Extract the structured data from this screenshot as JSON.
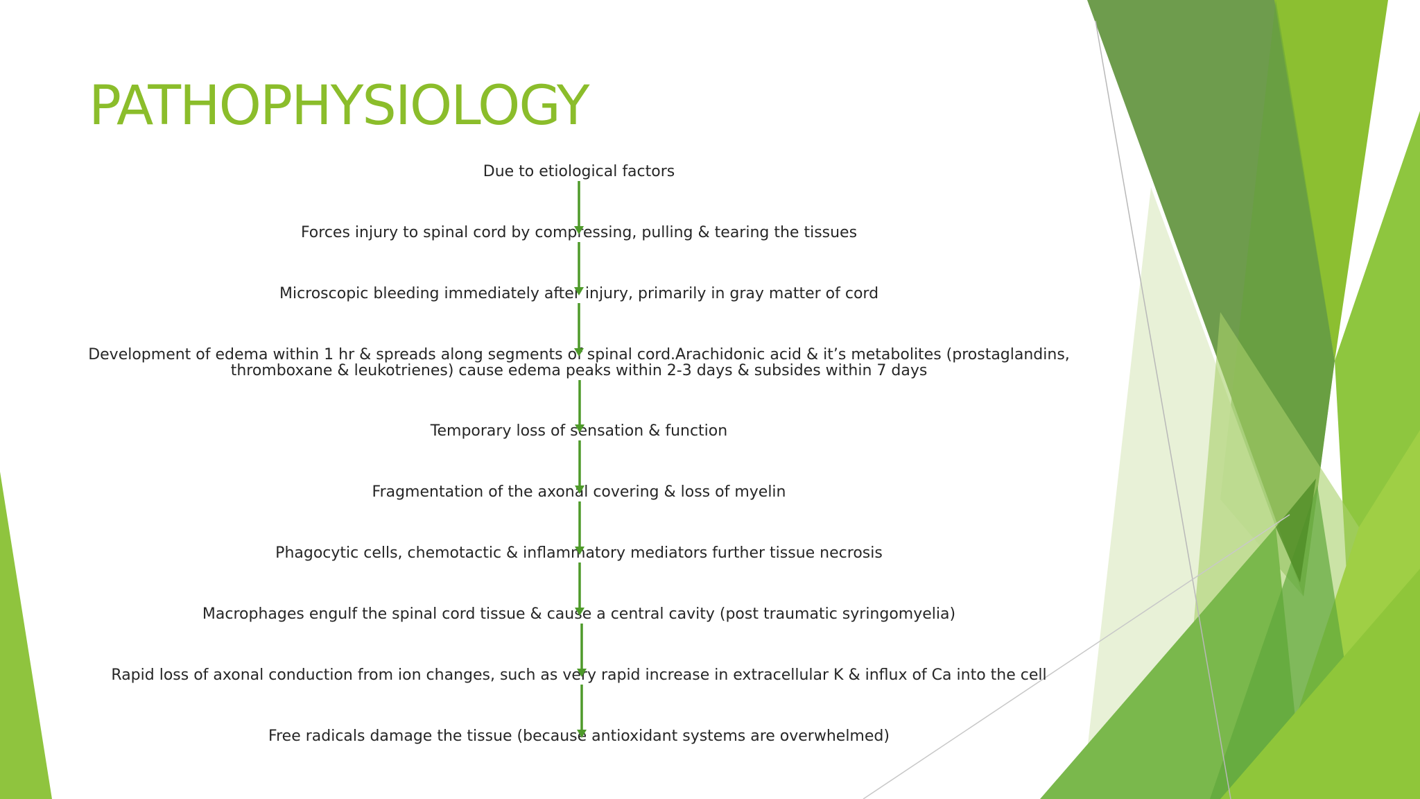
{
  "slide": {
    "title": "PATHOPHYSIOLOGY",
    "accent_color": "#8bbd2b",
    "arrow_color": "#4e9a2a",
    "text_color": "#262626"
  },
  "flow": {
    "steps": [
      {
        "lines": [
          "Due to etiological factors"
        ]
      },
      {
        "lines": [
          "Forces injury to spinal cord by compressing, pulling & tearing the tissues"
        ]
      },
      {
        "lines": [
          "Microscopic bleeding immediately after injury, primarily in gray matter of cord"
        ]
      },
      {
        "lines": [
          "Development of edema within 1 hr & spreads along segments of spinal cord.Arachidonic acid & it’s metabolites (prostaglandins,",
          "thromboxane & leukotrienes) cause edema peaks within 2-3 days & subsides within 7 days"
        ]
      },
      {
        "lines": [
          "Temporary loss of sensation & function"
        ]
      },
      {
        "lines": [
          "Fragmentation of the axonal covering & loss of myelin"
        ]
      },
      {
        "lines": [
          "Phagocytic cells, chemotactic & inflammatory mediators further tissue necrosis"
        ]
      },
      {
        "lines": [
          "Macrophages engulf the spinal cord tissue & cause a central cavity (post traumatic syringomyelia)"
        ]
      },
      {
        "lines": [
          "Rapid loss of axonal conduction from ion changes, such as very rapid increase in extracellular K & influx of Ca into the cell"
        ]
      },
      {
        "lines": [
          "Free radicals damage the tissue (because antioxidant systems are overwhelmed)"
        ]
      }
    ]
  }
}
